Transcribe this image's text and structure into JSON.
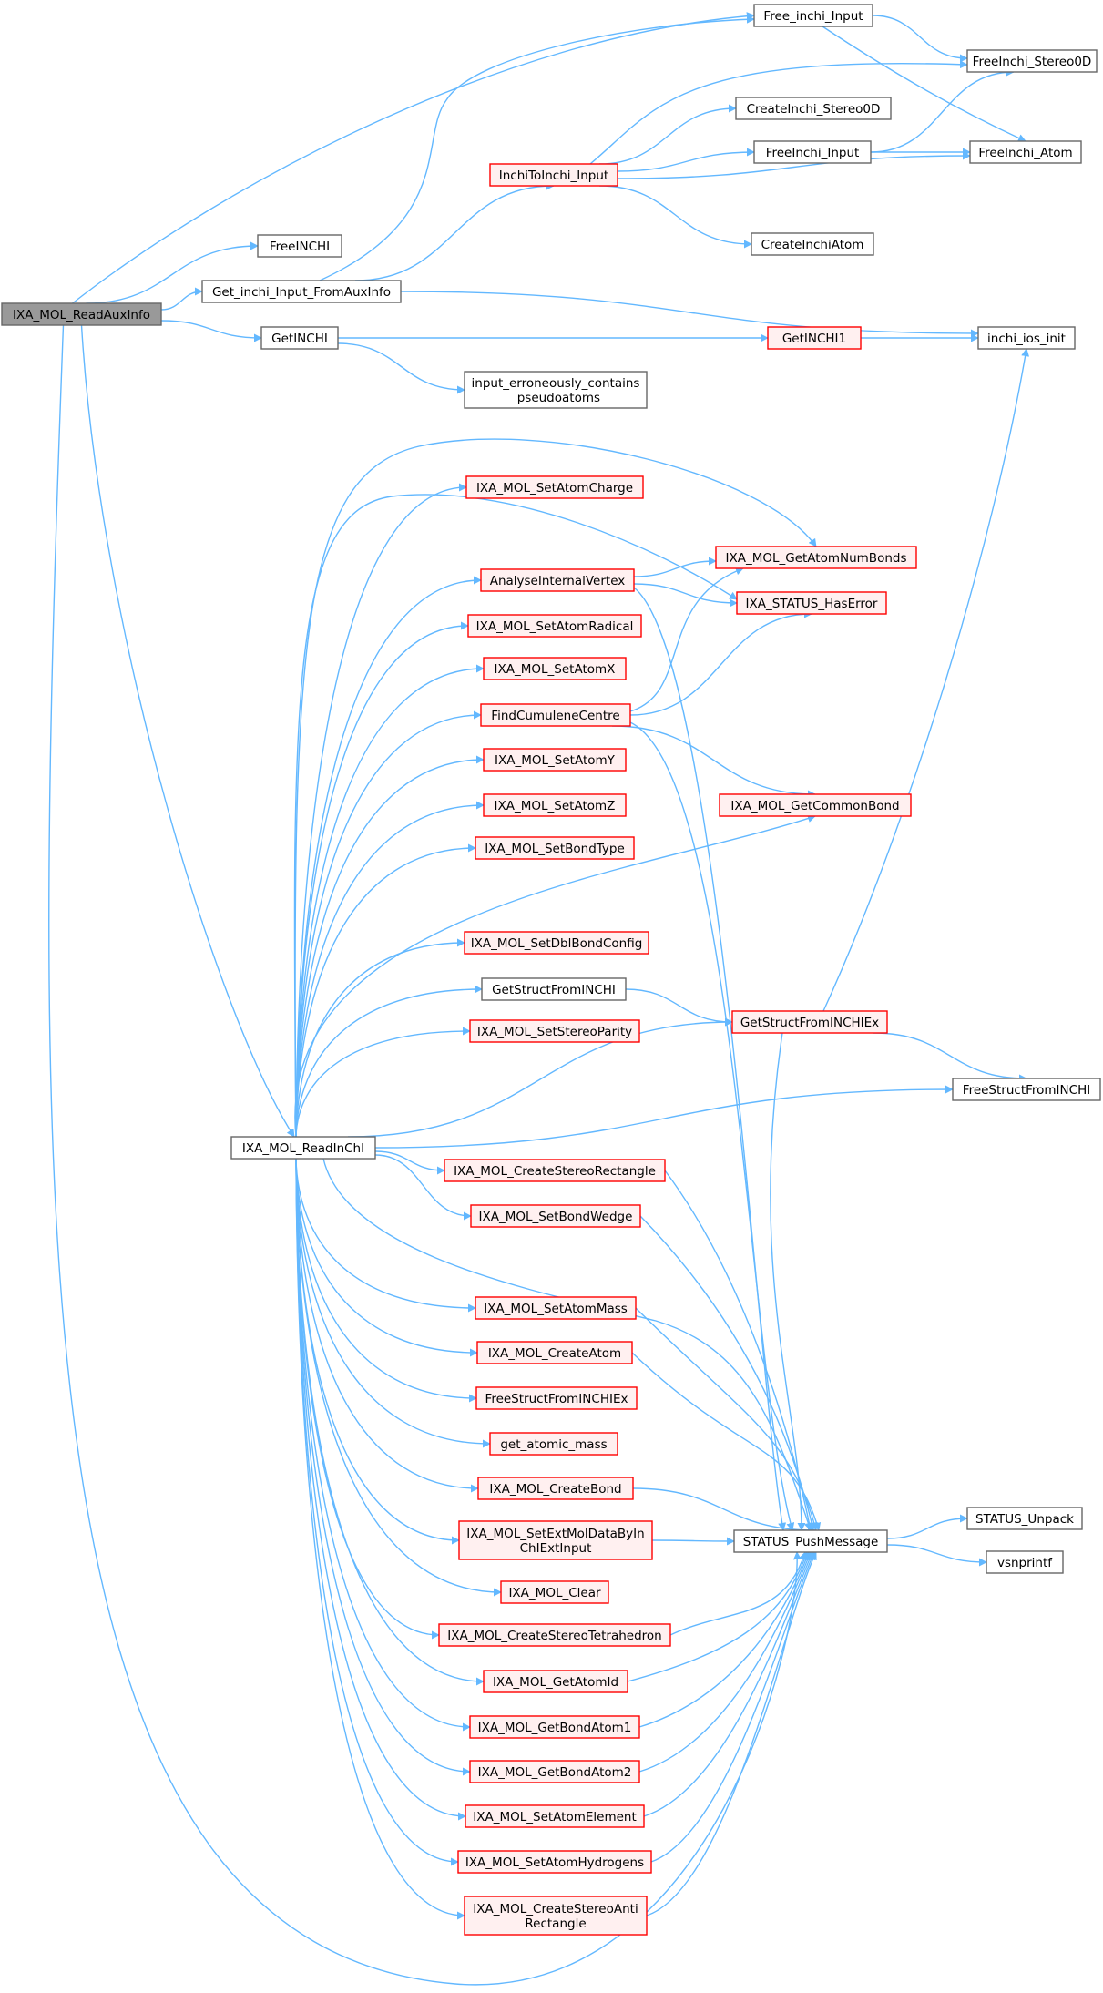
{
  "colors": {
    "edge": "#63b8ff",
    "root_fill": "#999999",
    "root_border": "#666666",
    "normal_border": "#666666",
    "truncated_border": "#ff0000",
    "truncated_fill": "#fff0f0",
    "node_fill": "#ffffff"
  },
  "nodes": {
    "root": "IXA_MOL_ReadAuxInfo",
    "free_inchi_input": "Free_inchi_Input",
    "freeinchi_stereo0d": "FreeInchi_Stereo0D",
    "createinchi_stereo0d": "CreateInchi_Stereo0D",
    "inchitoinchi_input": "InchiToInchi_Input",
    "freeinchi_input": "FreeInchi_Input",
    "freeinchi_atom": "FreeInchi_Atom",
    "freeinchi": "FreeINCHI",
    "createinchiatom": "CreateInchiAtom",
    "get_inchi_input_fromauxinfo": "Get_inchi_Input_FromAuxInfo",
    "getinchi": "GetINCHI",
    "getinchi1": "GetINCHI1",
    "inchi_ios_init": "inchi_ios_init",
    "input_erroneously_line1": "input_erroneously_contains",
    "input_erroneously_line2": "_pseudoatoms",
    "setatomcharge": "IXA_MOL_SetAtomCharge",
    "getatomnumbonds": "IXA_MOL_GetAtomNumBonds",
    "analyseinternalvertex": "AnalyseInternalVertex",
    "status_haserror": "IXA_STATUS_HasError",
    "setatomradical": "IXA_MOL_SetAtomRadical",
    "setatomx": "IXA_MOL_SetAtomX",
    "findcumulenecentre": "FindCumuleneCentre",
    "setatomy": "IXA_MOL_SetAtomY",
    "getcommonbond": "IXA_MOL_GetCommonBond",
    "setatomz": "IXA_MOL_SetAtomZ",
    "setbondtype": "IXA_MOL_SetBondType",
    "setdblbondconfig": "IXA_MOL_SetDblBondConfig",
    "getstructfrominchi": "GetStructFromINCHI",
    "getstructfrominchiex": "GetStructFromINCHIEx",
    "setstereoparity": "IXA_MOL_SetStereoParity",
    "freestructfrominchi": "FreeStructFromINCHI",
    "readinchi": "IXA_MOL_ReadInChI",
    "createstereorectangle": "IXA_MOL_CreateStereoRectangle",
    "setbondwedge": "IXA_MOL_SetBondWedge",
    "setatommass": "IXA_MOL_SetAtomMass",
    "createatom": "IXA_MOL_CreateAtom",
    "freestructfrominchiex": "FreeStructFromINCHIEx",
    "get_atomic_mass": "get_atomic_mass",
    "createbond": "IXA_MOL_CreateBond",
    "setextmoldata_line1": "IXA_MOL_SetExtMolDataByIn",
    "setextmoldata_line2": "ChIExtInput",
    "status_pushmessage": "STATUS_PushMessage",
    "status_unpack": "STATUS_Unpack",
    "vsnprintf": "vsnprintf",
    "clear": "IXA_MOL_Clear",
    "createstereotetrahedron": "IXA_MOL_CreateStereoTetrahedron",
    "getatomid": "IXA_MOL_GetAtomId",
    "getbondatom1": "IXA_MOL_GetBondAtom1",
    "getbondatom2": "IXA_MOL_GetBondAtom2",
    "setatomelement": "IXA_MOL_SetAtomElement",
    "setatomhydrogens": "IXA_MOL_SetAtomHydrogens",
    "createstereoanti_line1": "IXA_MOL_CreateStereoAnti",
    "createstereoanti_line2": "Rectangle"
  }
}
